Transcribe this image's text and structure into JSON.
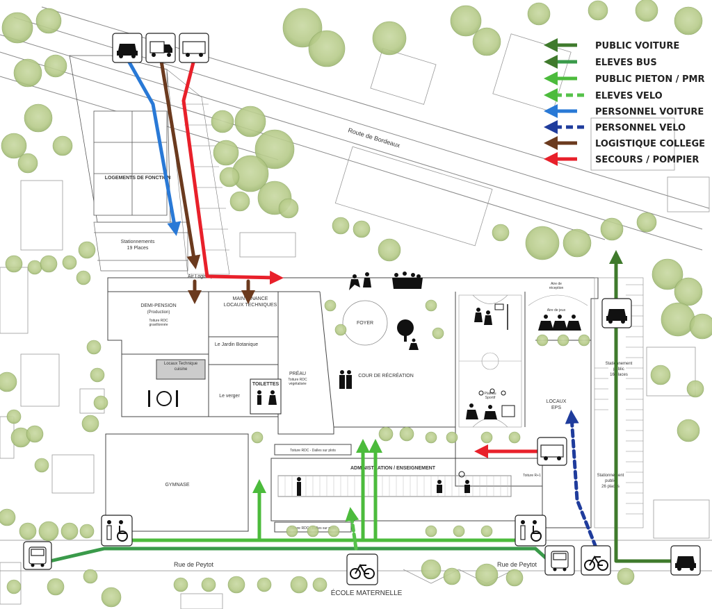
{
  "legend": {
    "public_voiture": "PUBLIC VOITURE",
    "eleves_bus": "ELEVES BUS",
    "public_pieton": "PUBLIC PIETON / PMR",
    "eleves_velo": "ELEVES VELO",
    "personnel_voiture": "PERSONNEL VOITURE",
    "personnel_velo": "PERSONNEL VELO",
    "logistique": "LOGISTIQUE COLLEGE",
    "secours": "SECOURS / POMPIER"
  },
  "colors": {
    "public_voiture": "#3f7a2c",
    "eleves_bus": "#3a9a4a",
    "public_pieton": "#4cbb3c",
    "eleves_velo": "#55c24a",
    "personnel_voiture": "#2979d6",
    "personnel_velo": "#1f3c9c",
    "logistique": "#6b3a1e",
    "secours": "#e8202a"
  },
  "roads": {
    "route_bordeaux": "Route de Bordeaux",
    "rue_peytot_left": "Rue de Peytot",
    "rue_peytot_right": "Rue de Peytot"
  },
  "zones": {
    "logements": "LOGEMENTS DE FONCTION",
    "parking19": "Stationnements",
    "parking19_count": "19 Places",
    "air_logistique": "Air Logistique",
    "demi_pension": "DEMI-PENSION",
    "demi_pension_sub": "(Production)",
    "maintenance": "MAINTENANCE",
    "maintenance_sub": "LOCAUX TECHNIQUES",
    "jardin": "Le Jardin Botanique",
    "locaux_cuisine": "Locaux Technique",
    "locaux_cuisine_sub": "cuisine",
    "verger": "Le verger",
    "toilettes": "TOILETTES",
    "preau": "PRÉAU",
    "foyer": "FOYER",
    "cour": "COUR DE RÉCRÉATION",
    "plateau": "Plateau",
    "plateau_sub": "Sportif",
    "aire_reception": "Aire de",
    "aire_reception_sub": "réception",
    "aire_jeux": "Aire de jeux",
    "locaux_eps": "LOCAUX",
    "locaux_eps_sub": "EPS",
    "gymnase": "GYMNASE",
    "administration": "ADMINISTRATION / ENSEIGNEMENT",
    "toiture_r1": "Toiture R+1",
    "stat_public_1": "Stationnement",
    "stat_public_1b": "public",
    "stat_public_1c": "16 places",
    "stat_public_2": "Stationnement",
    "stat_public_2b": "public",
    "stat_public_2c": "26 places",
    "dalles": "Toiture RDC - Dalles sur plots",
    "dalles2": "Toiture RDC - Dalles sur plots",
    "ecole_maternelle": "ÉCOLE MATERNELLE",
    "toiture_veg": "Toiture RDC",
    "toiture_veg_sub": "végétalisée",
    "toiture_grav": "Toiture RDC",
    "toiture_grav_sub": "gravillonnée"
  },
  "icons": {
    "car": "car-icon",
    "truck": "truck-icon",
    "ambulance": "ambulance-icon",
    "bus": "bus-icon",
    "bike": "bicycle-icon",
    "pmr": "pedestrian-wheelchair-icon"
  }
}
